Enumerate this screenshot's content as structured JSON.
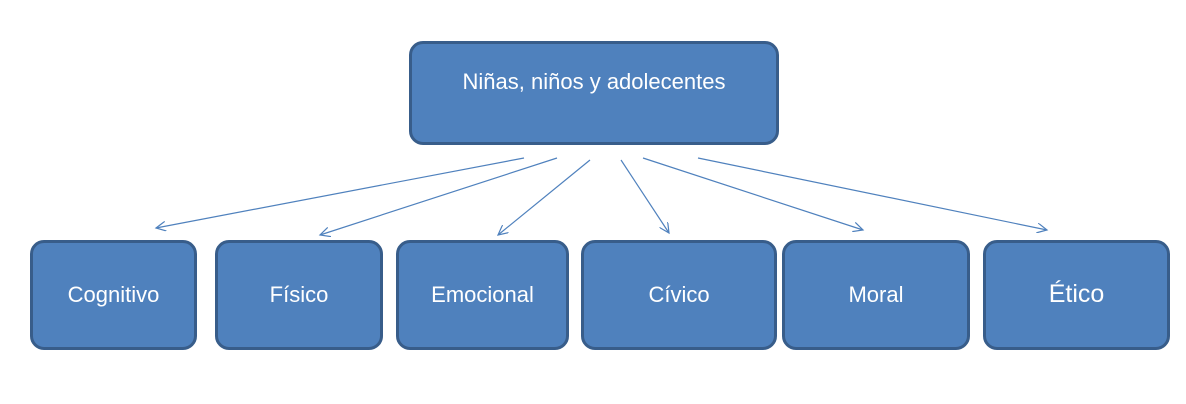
{
  "diagram": {
    "root": {
      "label": "Niñas, niños y adolecentes"
    },
    "children": [
      {
        "label": "Cognitivo"
      },
      {
        "label": "Físico"
      },
      {
        "label": "Emocional"
      },
      {
        "label": "Cívico"
      },
      {
        "label": "Moral"
      },
      {
        "label": "Ético"
      }
    ],
    "colors": {
      "node_fill": "#4f81bd",
      "node_border": "#385d8a",
      "connector": "#4f81bd",
      "text": "#ffffff"
    }
  }
}
